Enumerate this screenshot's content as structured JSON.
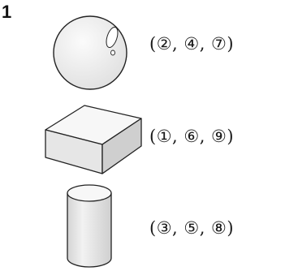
{
  "problem": {
    "number": "1"
  },
  "shapes": [
    {
      "icon": "sphere-icon",
      "answer": "(②,  ④,  ⑦)"
    },
    {
      "icon": "rectangular-box-icon",
      "answer": "(①,  ⑥,  ⑨)"
    },
    {
      "icon": "cylinder-icon",
      "answer": "(③,  ⑤,  ⑧)"
    }
  ],
  "colors": {
    "shape_fill": "#e6e6e6",
    "shape_top_fill": "#f7f7f7",
    "shape_side_fill": "#cfcfcf",
    "outline": "#222222"
  }
}
